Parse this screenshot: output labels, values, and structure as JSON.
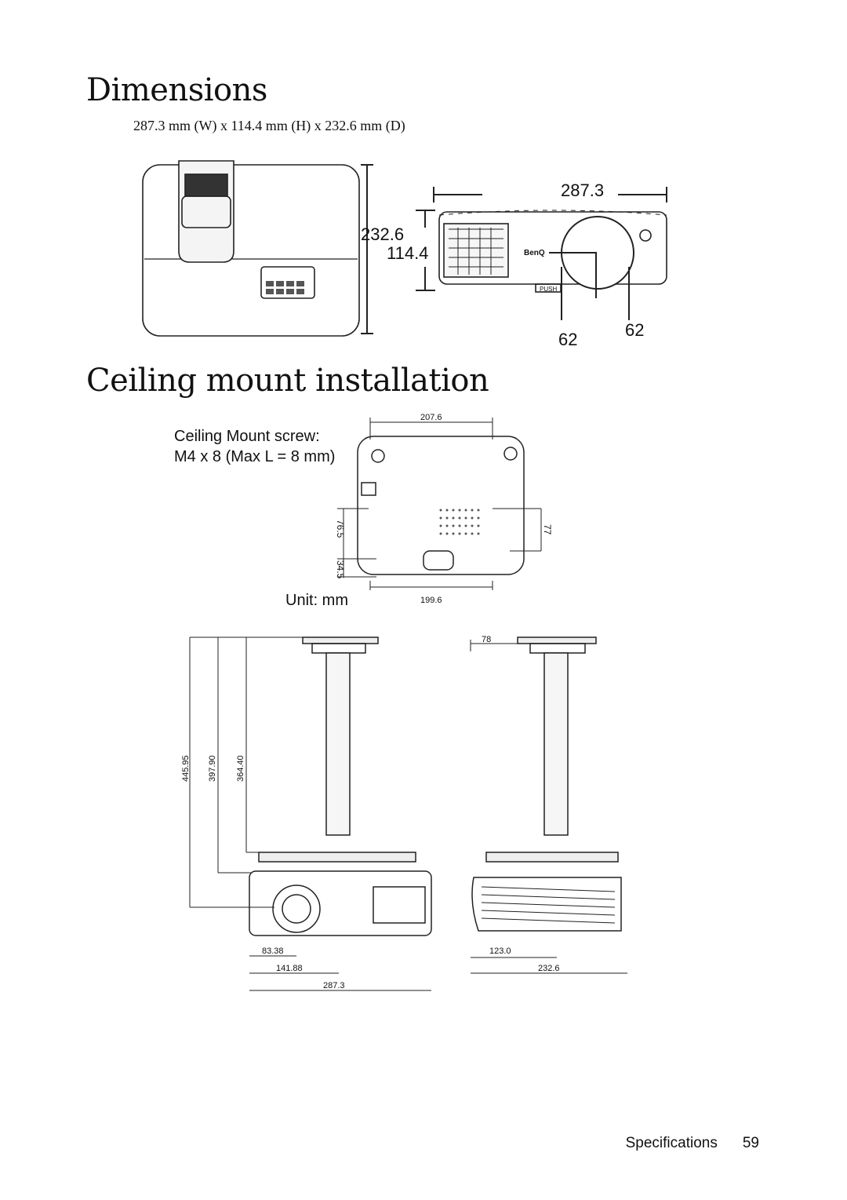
{
  "dimensions": {
    "title": "Dimensions",
    "summary": "287.3 mm (W) x 114.4 mm (H) x 232.6 mm (D)",
    "top_depth": "232.6",
    "front_width": "287.3",
    "front_height": "114.4",
    "lens_offset_x": "62",
    "lens_offset_y": "62",
    "brand": "BenQ",
    "push_label": "PUSH"
  },
  "ceiling": {
    "title": "Ceiling mount installation",
    "screw_line1": "Ceiling Mount screw:",
    "screw_line2": "M4 x 8 (Max L = 8 mm)",
    "unit": "Unit: mm",
    "bottom_width_top": "207.6",
    "bottom_width_bottom": "199.6",
    "bottom_left_v1": "76.5",
    "bottom_left_v2": "34.5",
    "bottom_right_v": "77",
    "front_h1": "445.95",
    "front_h2": "397.90",
    "front_h3": "364.40",
    "front_w1": "83.38",
    "front_w2": "141.88",
    "front_w3": "287.3",
    "side_top": "78",
    "side_w1": "123.0",
    "side_w2": "232.6"
  },
  "footer": {
    "section": "Specifications",
    "page": "59"
  }
}
